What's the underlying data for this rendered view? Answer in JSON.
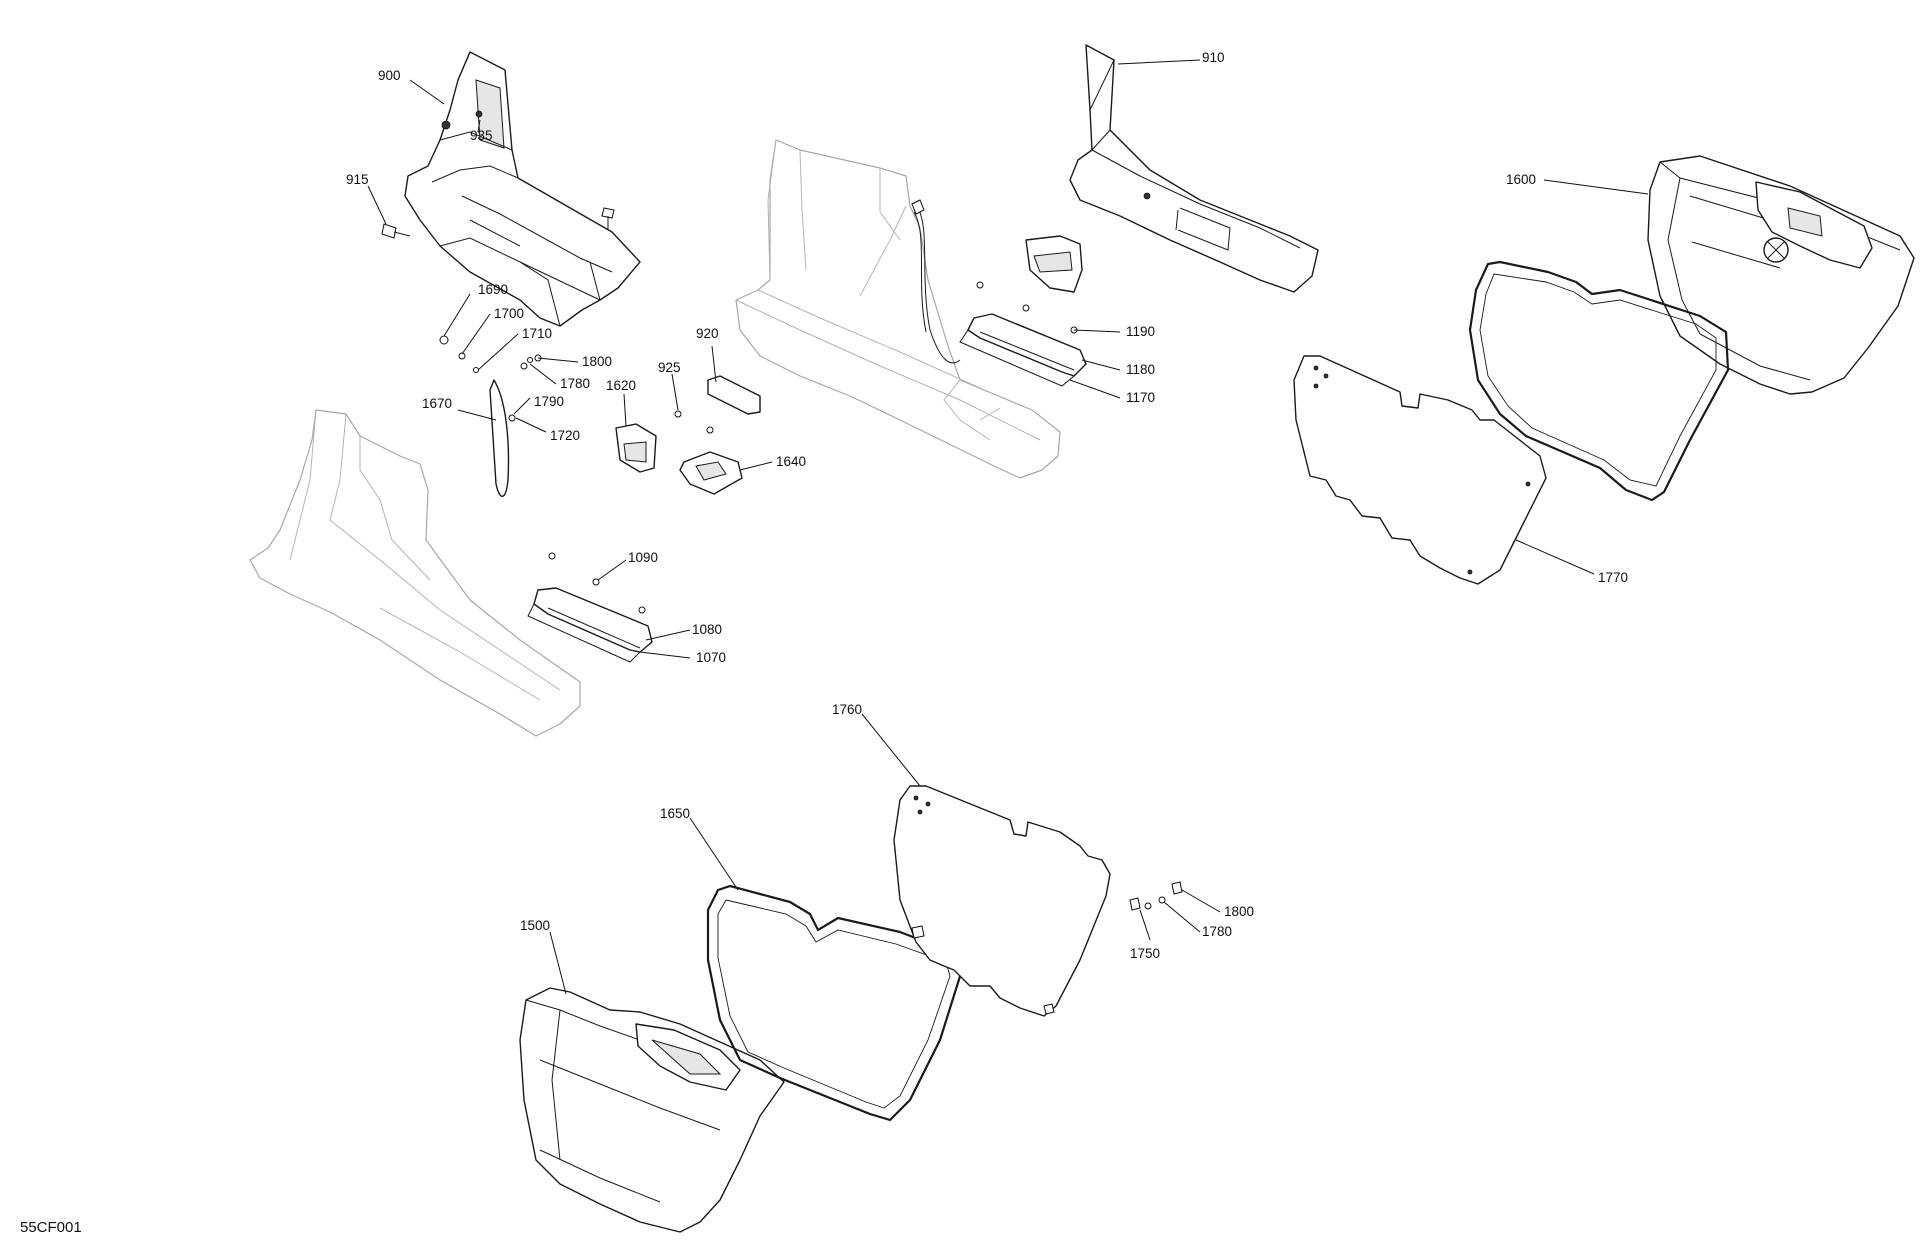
{
  "diagram": {
    "code": "55CF001",
    "callouts": [
      {
        "id": "c900",
        "label": "900"
      },
      {
        "id": "c935",
        "label": "935"
      },
      {
        "id": "c915",
        "label": "915"
      },
      {
        "id": "c910",
        "label": "910"
      },
      {
        "id": "c1600",
        "label": "1600"
      },
      {
        "id": "c1690",
        "label": "1690"
      },
      {
        "id": "c1700",
        "label": "1700"
      },
      {
        "id": "c1710",
        "label": "1710"
      },
      {
        "id": "c1800a",
        "label": "1800"
      },
      {
        "id": "c1780a",
        "label": "1780"
      },
      {
        "id": "c1790",
        "label": "1790"
      },
      {
        "id": "c1670",
        "label": "1670"
      },
      {
        "id": "c1720",
        "label": "1720"
      },
      {
        "id": "c920",
        "label": "920"
      },
      {
        "id": "c925",
        "label": "925"
      },
      {
        "id": "c1620",
        "label": "1620"
      },
      {
        "id": "c1640",
        "label": "1640"
      },
      {
        "id": "c1190",
        "label": "1190"
      },
      {
        "id": "c1180",
        "label": "1180"
      },
      {
        "id": "c1170",
        "label": "1170"
      },
      {
        "id": "c1770",
        "label": "1770"
      },
      {
        "id": "c1090",
        "label": "1090"
      },
      {
        "id": "c1080",
        "label": "1080"
      },
      {
        "id": "c1070",
        "label": "1070"
      },
      {
        "id": "c1760",
        "label": "1760"
      },
      {
        "id": "c1650",
        "label": "1650"
      },
      {
        "id": "c1500",
        "label": "1500"
      },
      {
        "id": "c1800b",
        "label": "1800"
      },
      {
        "id": "c1780b",
        "label": "1780"
      },
      {
        "id": "c1750",
        "label": "1750"
      }
    ]
  }
}
